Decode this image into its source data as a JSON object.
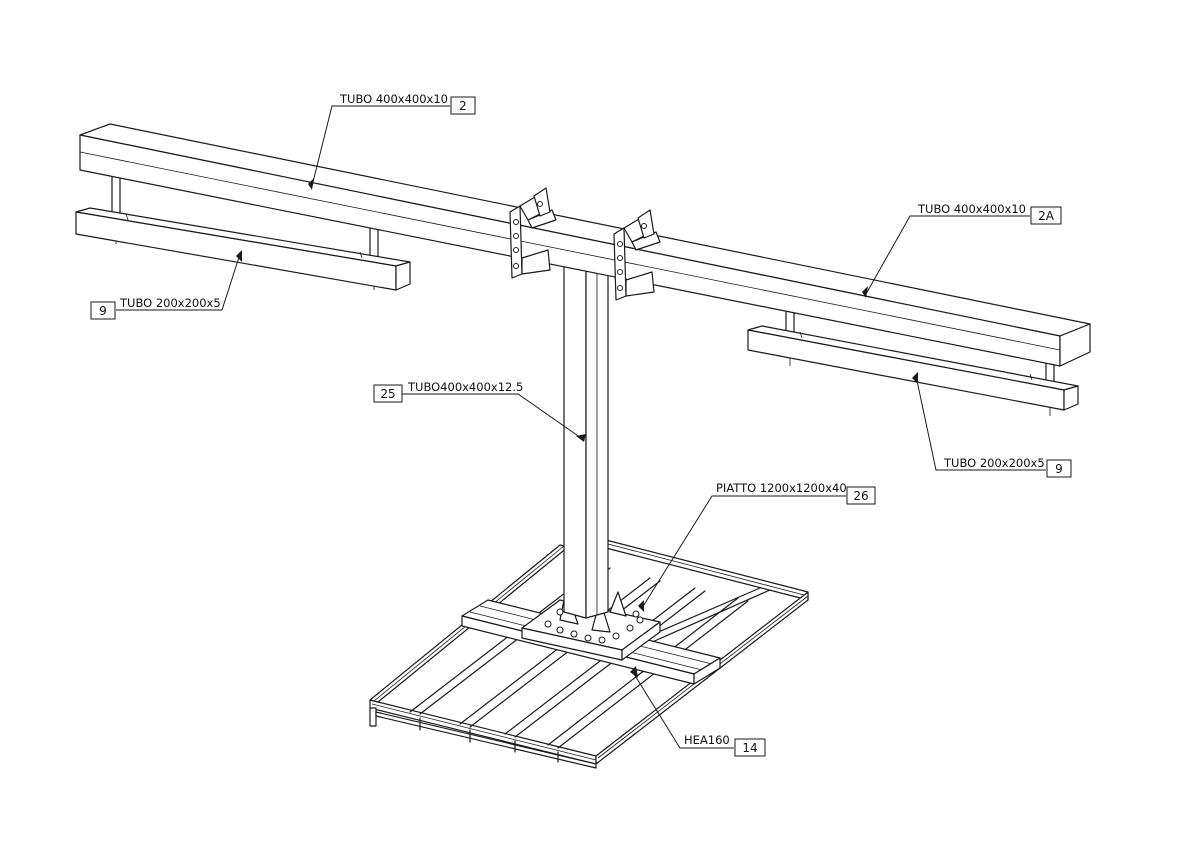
{
  "callouts": {
    "main_beam_left": {
      "text": "TUBO 400x400x10",
      "tag": "2"
    },
    "main_beam_right": {
      "text": "TUBO 400x400x10",
      "tag": "2A"
    },
    "side_beam_left": {
      "text": "TUBO 200x200x5",
      "tag": "9"
    },
    "side_beam_right": {
      "text": "TUBO 200x200x5",
      "tag": "9"
    },
    "column": {
      "text": "TUBO400x400x12.5",
      "tag": "25"
    },
    "base_plate": {
      "text": "PIATTO 1200x1200x40",
      "tag": "26"
    },
    "base_beam": {
      "text": "HEA160",
      "tag": "14"
    }
  },
  "colors": {
    "line": "#1a1a1a",
    "background": "#ffffff"
  }
}
